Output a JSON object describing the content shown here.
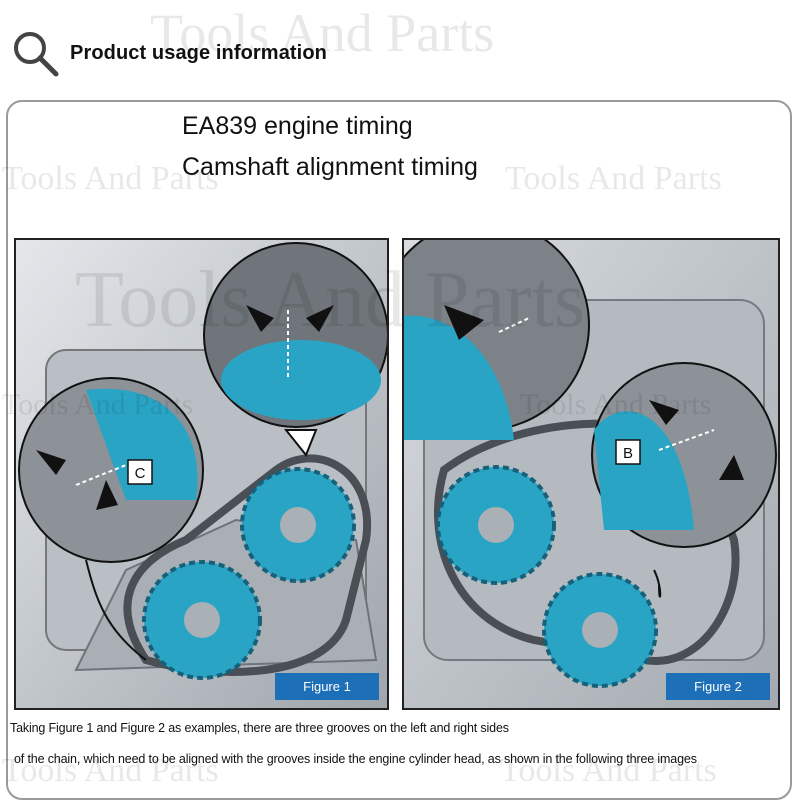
{
  "header": {
    "title": "Product usage information"
  },
  "watermark": {
    "text": "Tools And Parts"
  },
  "heading": {
    "line1": "EA839 engine timing",
    "line2": "Camshaft alignment timing"
  },
  "figures": [
    {
      "label": "Figure 1",
      "marker": "C"
    },
    {
      "label": "Figure 2",
      "marker": "B"
    }
  ],
  "caption": {
    "line1": "Taking Figure 1 and Figure 2 as examples, there are three grooves on the left and right sides",
    "line2": "of the chain, which need to be aligned with the grooves inside the engine cylinder head, as shown in the following three images"
  },
  "colors": {
    "gear": "#2aa4c4",
    "label_bg": "#1d6fb8",
    "frame": "#9a9a9a"
  }
}
